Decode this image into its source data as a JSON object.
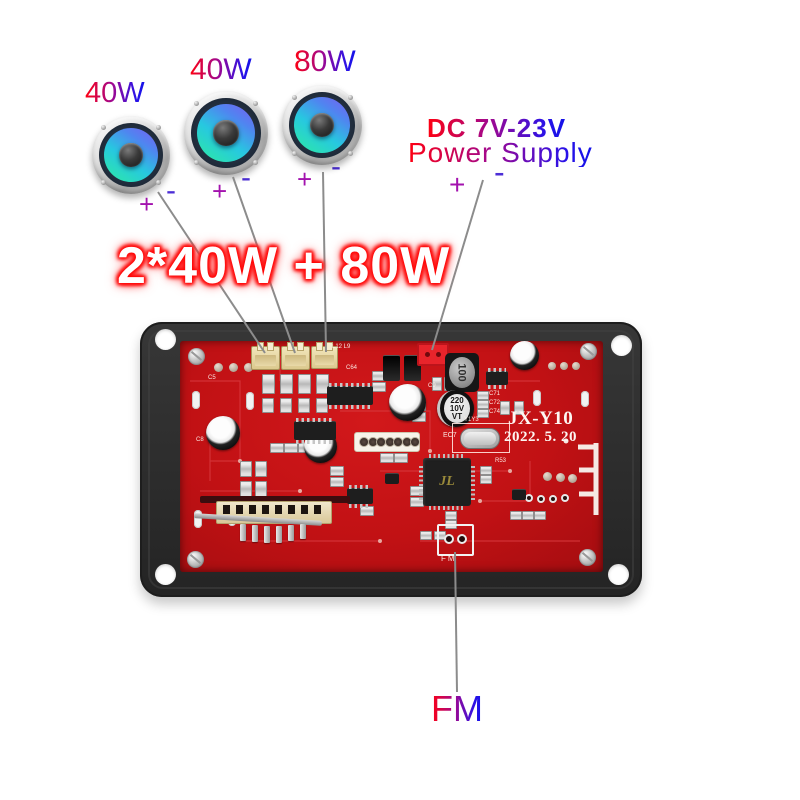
{
  "speakers": [
    {
      "power": "40W",
      "plus": "+",
      "minus": "-"
    },
    {
      "power": "40W",
      "plus": "+",
      "minus": "-"
    },
    {
      "power": "80W",
      "plus": "+",
      "minus": "-"
    }
  ],
  "power_supply": {
    "spec": "DC  7V-23V",
    "name": "Power Supply",
    "plus": "+",
    "minus": "-"
  },
  "output_total": "2*40W + 80W",
  "fm": {
    "label": "FM"
  },
  "pcb": {
    "model": "JX-Y10",
    "date": "2022. 5. 20",
    "chip_logo": "JL",
    "inductor_value": "100",
    "cap_value": [
      "220",
      "10V",
      "VT"
    ],
    "fm_silk": "FM",
    "refs": {
      "c5": "C5",
      "c8": "C8",
      "c9": "C9",
      "c64": "C64",
      "l12l9": "L12 L9",
      "c71": "C71",
      "c72": "C72",
      "c74": "C74",
      "ec7": "EC7",
      "y1y3": "Y1Y3",
      "r53": "R53"
    }
  },
  "colors": {
    "pcb_red": "#c11114",
    "frame_black": "#2d2d2d",
    "label_red": "#ff0010",
    "label_blue": "#1212e8",
    "glow_red": "#ff0000",
    "line_gray": "#8c8c8c",
    "connector_cream": "#ecdcab",
    "connector_red": "#e8242b"
  }
}
